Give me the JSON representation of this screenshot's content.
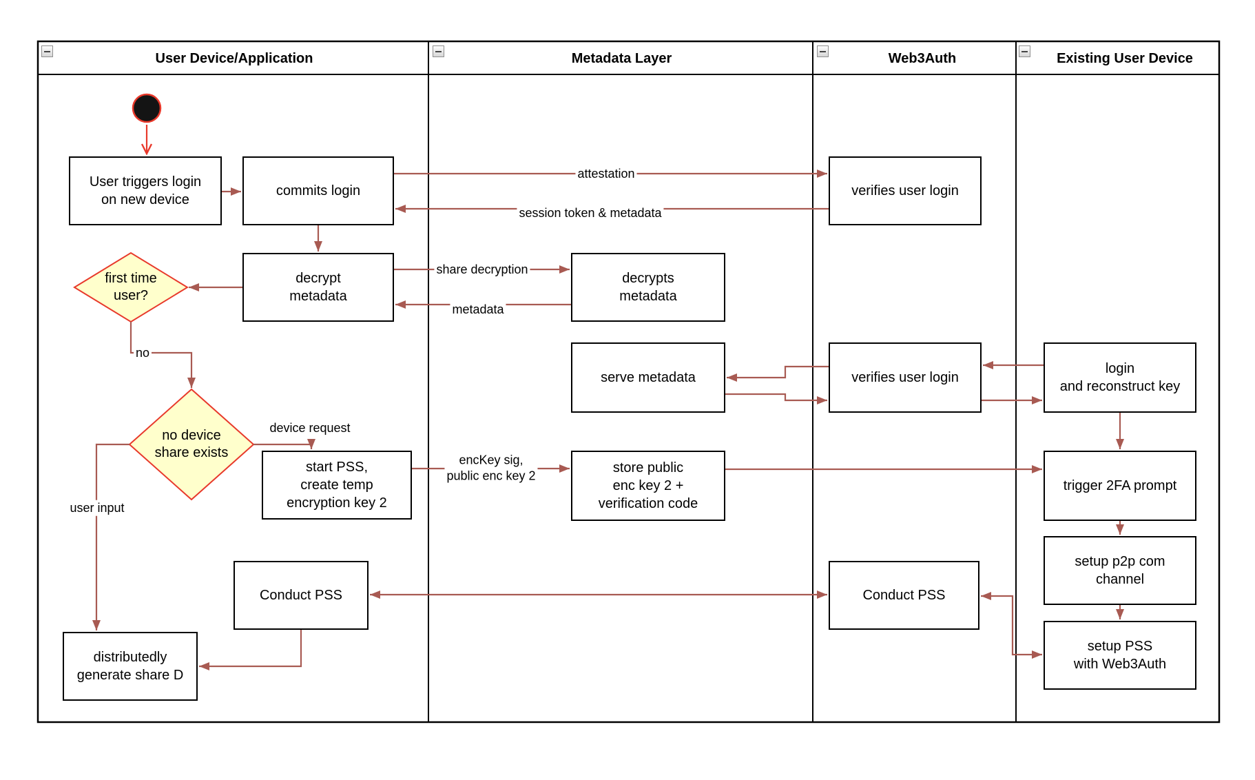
{
  "lanes": [
    {
      "title": "User Device/Application"
    },
    {
      "title": "Metadata Layer"
    },
    {
      "title": "Web3Auth"
    },
    {
      "title": "Existing User Device"
    }
  ],
  "nodes": {
    "user_triggers": {
      "label": "User triggers login\non new device"
    },
    "commits_login": {
      "label": "commits login"
    },
    "decrypt_metadata": {
      "label": "decrypt\nmetadata"
    },
    "first_time_user": {
      "label": "first time\nuser?"
    },
    "no_device_share": {
      "label": "no device\nshare exists"
    },
    "start_pss": {
      "label": "start PSS,\ncreate temp\nencryption key 2"
    },
    "conduct_pss_user": {
      "label": "Conduct PSS"
    },
    "distributedly_generate": {
      "label": "distributedly\ngenerate share D"
    },
    "decrypts_metadata": {
      "label": "decrypts\nmetadata"
    },
    "serve_metadata": {
      "label": "serve metadata"
    },
    "store_public": {
      "label": "store public\nenc key 2 +\nverification code"
    },
    "verifies_user_login_top": {
      "label": "verifies user login"
    },
    "verifies_user_login_mid": {
      "label": "verifies user login"
    },
    "conduct_pss_web3auth": {
      "label": "Conduct PSS"
    },
    "login_reconstruct": {
      "label": "login\nand reconstruct key"
    },
    "trigger_2fa": {
      "label": "trigger 2FA prompt"
    },
    "setup_p2p": {
      "label": "setup p2p com\nchannel"
    },
    "setup_pss": {
      "label": "setup PSS\nwith Web3Auth"
    }
  },
  "edge_labels": {
    "attestation": "attestation",
    "session_token": "session token & metadata",
    "share_decryption": "share decryption",
    "metadata": "metadata",
    "no": "no",
    "device_request": "device request",
    "user_input": "user input",
    "enckey": "encKey sig,\npublic enc key 2"
  },
  "colors": {
    "flow_arrow": "#A85A52",
    "start_accent": "#E8392B",
    "decision_fill": "#FFFFCC",
    "decision_stroke": "#E8392B",
    "node_border": "#000000",
    "background": "#FFFFFF"
  }
}
